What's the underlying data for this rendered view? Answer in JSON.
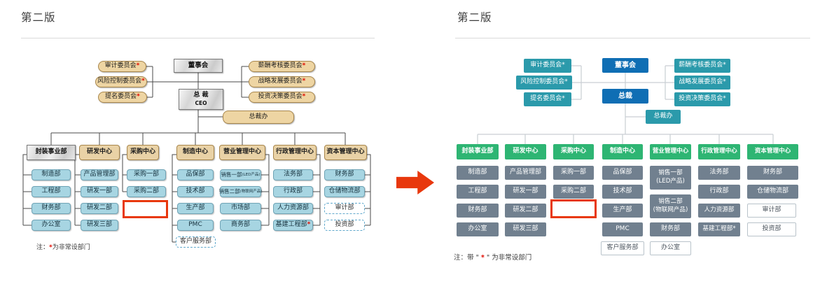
{
  "colors": {
    "old_header_tan": "#e9d2a6",
    "old_dept_blue": "#a7d5e2",
    "old_dashed_border": "#5fa8cc",
    "new_navy": "#0f6eb4",
    "new_teal": "#2b9aab",
    "new_green": "#2eb573",
    "new_slate": "#71808f",
    "highlight_red": "#e8380d",
    "arrow_red": "#e8380d",
    "connector_old": "#4a4a4a",
    "connector_new": "#c9ced3"
  },
  "left": {
    "title": "第二版",
    "asterisk": "*",
    "board": "董事会",
    "president": {
      "line1": "总  裁",
      "line2": "CEO"
    },
    "office": "总裁办",
    "committees_left": [
      "审计委员会",
      "风险控制委员会",
      "提名委员会"
    ],
    "committees_right": [
      "薪酬考核委员会",
      "战略发展委员会",
      "投资决策委员会"
    ],
    "columns": [
      {
        "header": "封装事业部",
        "items": [
          {
            "label": "制造部"
          },
          {
            "label": "工程部"
          },
          {
            "label": "财务部"
          },
          {
            "label": "办公室"
          }
        ]
      },
      {
        "header": "研发中心",
        "items": [
          {
            "label": "产品管理部"
          },
          {
            "label": "研发一部"
          },
          {
            "label": "研发二部"
          },
          {
            "label": "研发三部"
          }
        ]
      },
      {
        "header": "采购中心",
        "items": [
          {
            "label": "采购一部"
          },
          {
            "label": "采购二部"
          }
        ]
      },
      {
        "header": "制造中心",
        "items": [
          {
            "label": "品保部"
          },
          {
            "label": "技术部"
          },
          {
            "label": "生产部"
          },
          {
            "label": "PMC"
          },
          {
            "label": "客户服务部"
          }
        ]
      },
      {
        "header": "营业管理中心",
        "items": [
          {
            "label": "销售一部",
            "sub": "(LED产品)"
          },
          {
            "label": "销售二部",
            "sub": "(物联网产品)"
          },
          {
            "label": "市场部"
          },
          {
            "label": "商务部"
          }
        ]
      },
      {
        "header": "行政管理中心",
        "items": [
          {
            "label": "法务部"
          },
          {
            "label": "行政部"
          },
          {
            "label": "人力资源部"
          },
          {
            "label": "基建工程部"
          }
        ]
      },
      {
        "header": "资本管理中心",
        "items": [
          {
            "label": "财务部"
          },
          {
            "label": "仓储物流部"
          },
          {
            "label": "审计部"
          },
          {
            "label": "投资部"
          }
        ]
      }
    ],
    "note": {
      "prefix": "注：",
      "star": "*",
      "text": "为非常设部门"
    }
  },
  "right": {
    "title": "第二版",
    "board": "董事会",
    "president": "总裁",
    "office": "总裁办",
    "committees_left": [
      "审计委员会*",
      "风险控制委员会*",
      "提名委员会*"
    ],
    "committees_right": [
      "薪酬考核委员会*",
      "战略发展委员会*",
      "投资决策委员会*"
    ],
    "columns": [
      {
        "header": "封装事业部",
        "items": [
          {
            "label": "制造部"
          },
          {
            "label": "工程部"
          },
          {
            "label": "财务部"
          },
          {
            "label": "办公室"
          }
        ]
      },
      {
        "header": "研发中心",
        "items": [
          {
            "label": "产品管理部"
          },
          {
            "label": "研发一部"
          },
          {
            "label": "研发二部"
          },
          {
            "label": "研发三部"
          }
        ]
      },
      {
        "header": "采购中心",
        "items": [
          {
            "label": "采购一部"
          },
          {
            "label": "采购二部"
          }
        ]
      },
      {
        "header": "制造中心",
        "items": [
          {
            "label": "品保部"
          },
          {
            "label": "技术部"
          },
          {
            "label": "生产部"
          },
          {
            "label": "PMC"
          },
          {
            "label": "客户服务部"
          }
        ]
      },
      {
        "header": "营业管理中心",
        "items": [
          {
            "label": "销售一部",
            "sub": "(LED产品)"
          },
          {
            "label": "销售二部",
            "sub": "(物联网产品)"
          },
          {
            "label": "财务部"
          },
          {
            "label": "办公室"
          }
        ]
      },
      {
        "header": "行政管理中心",
        "items": [
          {
            "label": "法务部"
          },
          {
            "label": "行政部"
          },
          {
            "label": "人力资源部"
          },
          {
            "label": "基建工程部*"
          }
        ]
      },
      {
        "header": "资本管理中心",
        "items": [
          {
            "label": "财务部"
          },
          {
            "label": "仓储物流部"
          },
          {
            "label": "审计部"
          },
          {
            "label": "投资部"
          }
        ]
      }
    ],
    "note": {
      "prefix": "注：带 \" ",
      "star": "*",
      "text": " \" 为非常设部门"
    }
  }
}
